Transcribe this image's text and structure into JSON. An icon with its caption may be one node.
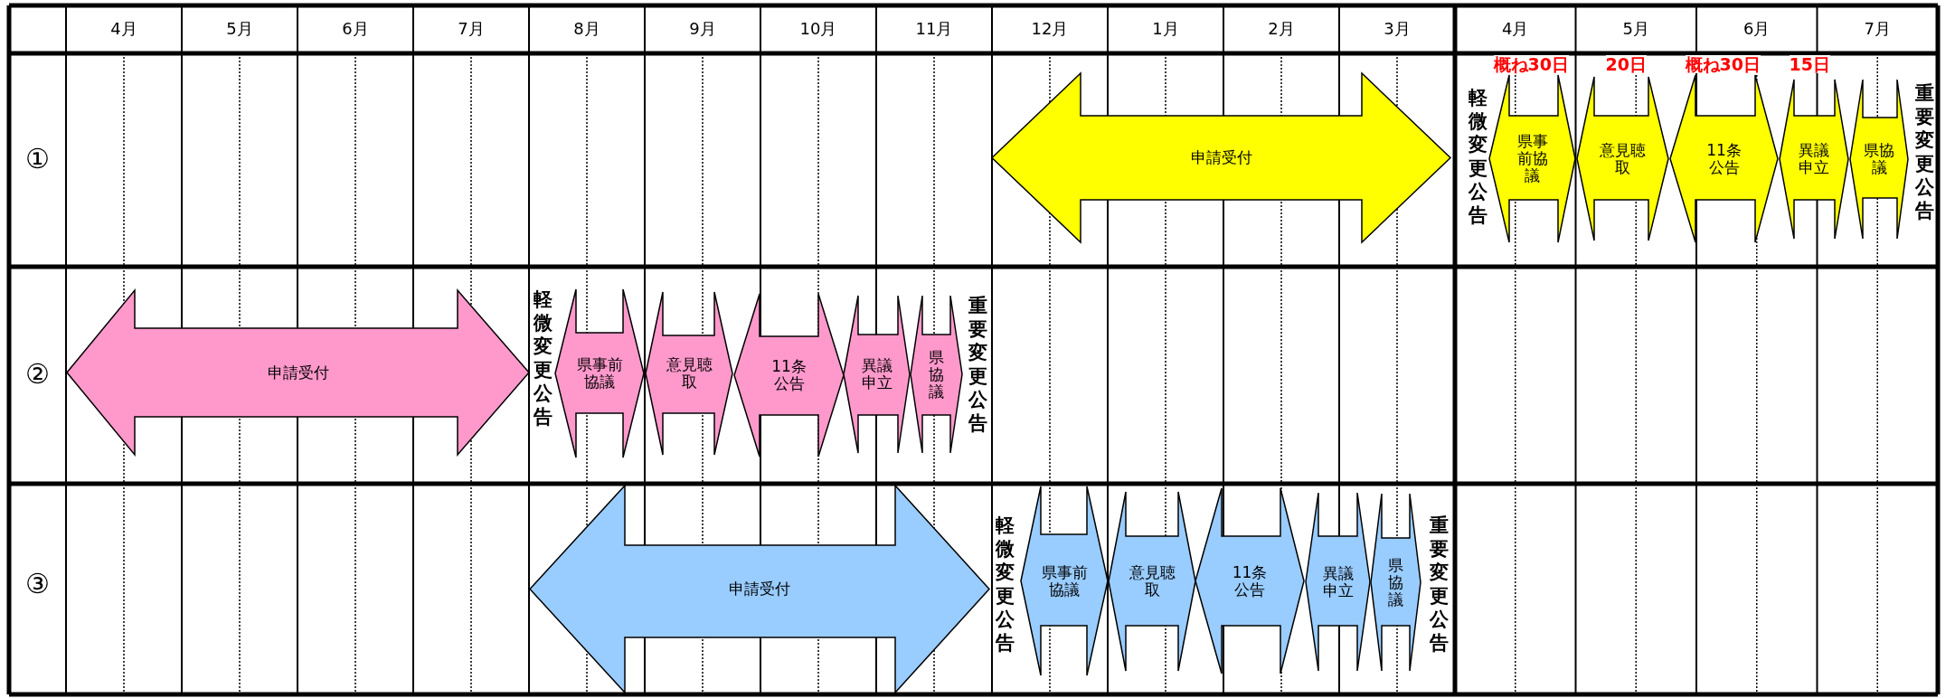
{
  "diagram": {
    "nodes": [
      {
        "text": [
          "申請受付"
        ]
      },
      {
        "text": [
          "県事前協議"
        ],
        "beside": [
          "概ね30日"
        ]
      },
      {
        "text": [
          "意見聴取"
        ],
        "beside": [
          "20日"
        ]
      },
      {
        "text": [
          "11条公告"
        ],
        "beside": [
          "概ね30日"
        ]
      },
      {
        "text": [
          "異議申立"
        ],
        "beside": [
          "15日"
        ]
      },
      {
        "text": [
          "県協議"
        ]
      },
      {
        "text": [
          "申請受付"
        ]
      },
      {
        "text": [
          "県事前協議"
        ]
      },
      {
        "text": [
          "意見聴取"
        ]
      },
      {
        "text": [
          "11条公告"
        ]
      },
      {
        "text": [
          "異議申立"
        ]
      },
      {
        "text": [
          "県協議"
        ]
      },
      {
        "text": [
          "申請受付"
        ]
      },
      {
        "text": [
          "県事前協議"
        ]
      },
      {
        "text": [
          "意見聴取"
        ]
      },
      {
        "text": [
          "11条公告"
        ]
      },
      {
        "text": [
          "異議申立"
        ]
      },
      {
        "text": [
          "県協議"
        ]
      }
    ],
    "labels": [
      "4月",
      "5月",
      "6月",
      "7月",
      "8月",
      "9月",
      "10月",
      "11月",
      "12月",
      "1月",
      "2月",
      "3月",
      "4月",
      "5月",
      "6月",
      "7月",
      "①",
      "軽微変更公告",
      "重要変更公告",
      "②",
      "軽微変更公告",
      "重要変更公告",
      "③",
      "軽微変更公告",
      "重要変更公告"
    ]
  }
}
